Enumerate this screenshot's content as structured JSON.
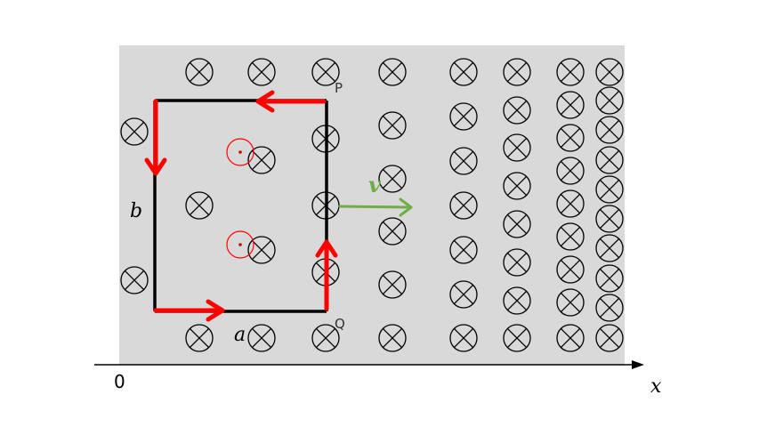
{
  "labels": {
    "origin": "0",
    "x_axis": "x",
    "side_a": "a",
    "side_b": "b",
    "velocity": "v",
    "corner_p": "P",
    "corner_q": "Q"
  },
  "colors": {
    "field_region": "#d9d9d9",
    "loop": "#000000",
    "current_arrows": "#ff0000",
    "induced_field": "#ff0000",
    "velocity": "#70ad47",
    "symbols": "#000000"
  },
  "field": {
    "direction": "into-page",
    "symbol": "circle-cross",
    "density": "increases-with-x"
  },
  "induced_field": {
    "direction": "out-of-page",
    "symbol": "circle-dot",
    "count": 2
  },
  "current": {
    "direction": "counterclockwise",
    "arrows": [
      "top-leftward",
      "left-downward",
      "bottom-rightward",
      "right-upward"
    ]
  }
}
